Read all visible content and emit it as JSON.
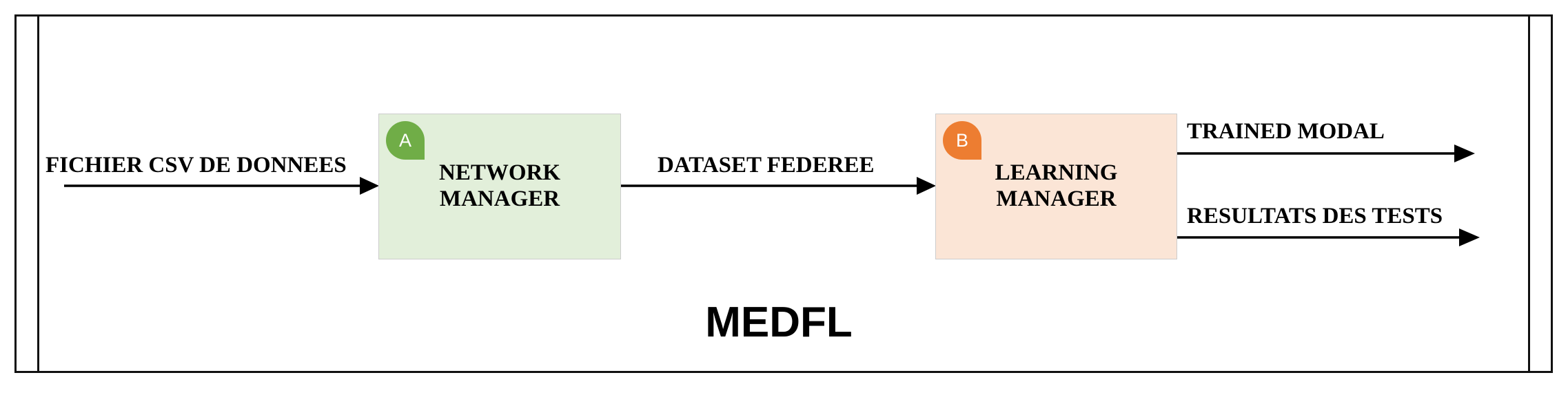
{
  "diagram": {
    "title": "MEDFL",
    "input_label": "FICHIER CSV DE DONNEES",
    "middle_label": "DATASET FEDEREE",
    "output_labels": [
      "TRAINED MODAL",
      "RESULTATS DES TESTS"
    ],
    "boxes": [
      {
        "badge": "A",
        "line1": "NETWORK",
        "line2": "MANAGER",
        "fill": "#e2efda",
        "badge_color": "#70ad47"
      },
      {
        "badge": "B",
        "line1": "LEARNING",
        "line2": "MANAGER",
        "fill": "#fbe5d6",
        "badge_color": "#ed7d31"
      }
    ]
  }
}
